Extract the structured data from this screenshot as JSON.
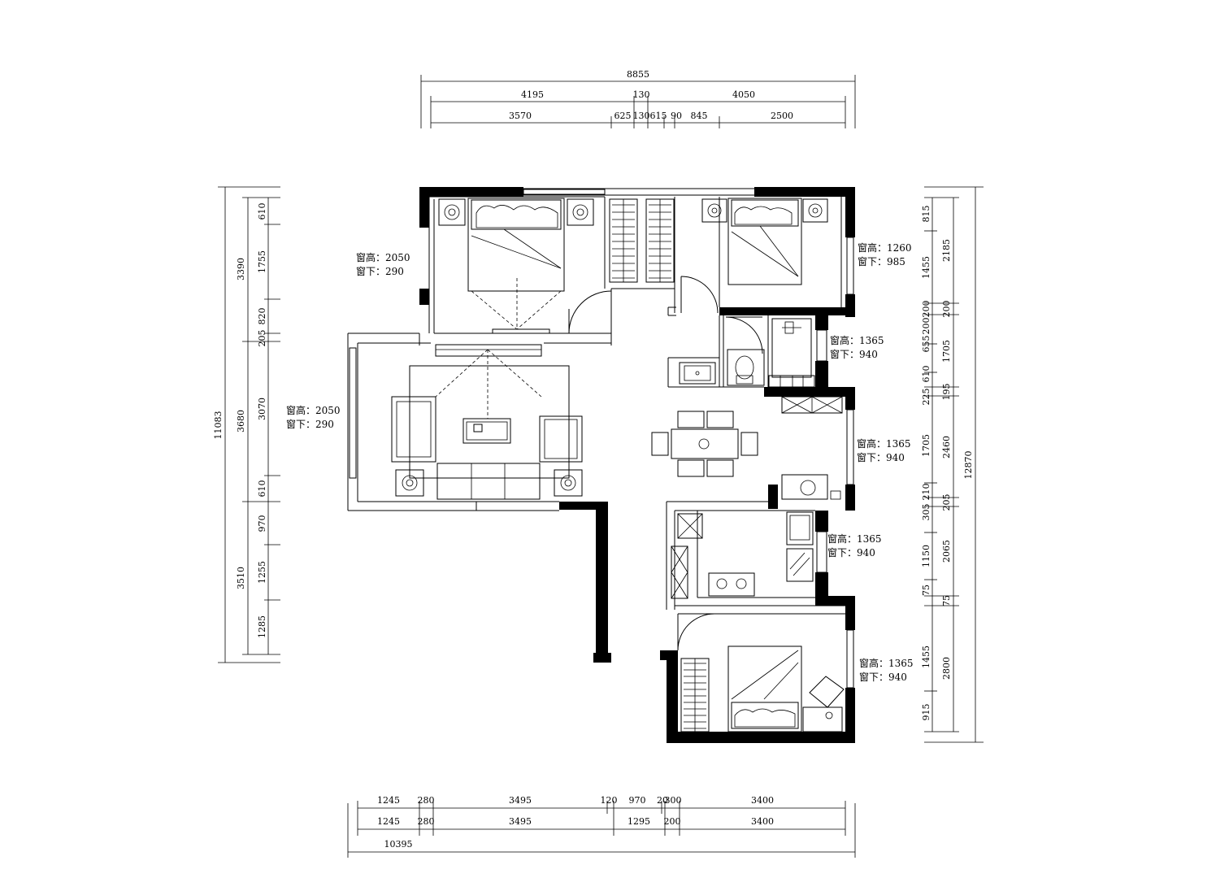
{
  "top_dims": {
    "overall": "8855",
    "row1": [
      "4195",
      "130",
      "4050"
    ],
    "row2": [
      "3570",
      "625",
      "130",
      "615",
      "90",
      "845",
      "2500"
    ]
  },
  "bottom_dims": {
    "row1": [
      "1245",
      "280",
      "3495",
      "120",
      "970",
      "20",
      "300",
      "3400"
    ],
    "row2": [
      "1245",
      "280",
      "3495",
      "1295",
      "200",
      "3400"
    ],
    "overall": "10395"
  },
  "left_dims": {
    "overall": "11083",
    "mid": [
      "3390",
      "3680",
      "3510"
    ],
    "inner": [
      "610",
      "1755",
      "820",
      "205",
      "3070",
      "610",
      "970",
      "1255",
      "1285"
    ]
  },
  "right_dims": {
    "overall": "12870",
    "mid": [
      "2185",
      "200",
      "1705",
      "195",
      "2460",
      "205",
      "2065",
      "75",
      "2800"
    ],
    "inner": [
      "815",
      "1455",
      "200",
      "200",
      "655",
      "610",
      "225",
      "1705",
      "210",
      "305",
      "1150",
      "75",
      "1455",
      "915"
    ]
  },
  "window_notes": [
    {
      "h": "窗高：2050",
      "b": "窗下：290"
    },
    {
      "h": "窗高：2050",
      "b": "窗下：290"
    },
    {
      "h": "窗高：1260",
      "b": "窗下：985"
    },
    {
      "h": "窗高：1365",
      "b": "窗下：940"
    },
    {
      "h": "窗高：1365",
      "b": "窗下：940"
    },
    {
      "h": "窗高：1365",
      "b": "窗下：940"
    },
    {
      "h": "窗高：1365",
      "b": "窗下：940"
    }
  ]
}
